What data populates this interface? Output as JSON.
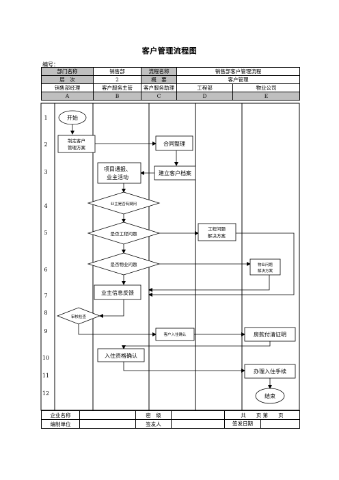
{
  "title": "客户管理流程图",
  "code_label": "编号：",
  "header": {
    "dept_label": "部门名称",
    "dept_value": "销售部",
    "process_label": "流程名称",
    "process_value": "销售部客户管理流程",
    "level_label": "层　次",
    "level_value": "2",
    "summary_label": "概　要",
    "summary_value": "客户管理"
  },
  "lanes": [
    {
      "name": "销售部经理",
      "letter": "A"
    },
    {
      "name": "客户服务主管",
      "letter": "B"
    },
    {
      "name": "客户服务助理",
      "letter": "C"
    },
    {
      "name": "工程部",
      "letter": "D"
    },
    {
      "name": "物业公司",
      "letter": "E"
    }
  ],
  "row_numbers": [
    "1",
    "2",
    "3",
    "4",
    "5",
    "6",
    "7",
    "8",
    "9",
    "10",
    "11",
    "12"
  ],
  "nodes": {
    "start": "开始",
    "plan": [
      "制定客户",
      "管理方案"
    ],
    "contract": "合同整理",
    "report": [
      "项目通报、",
      "业主活动"
    ],
    "archive": "建立客户档案",
    "owner_q": "业主是否有疑问",
    "eng_q": "是否工程问题",
    "eng_sol": [
      "工程问题",
      "解决方案"
    ],
    "prop_q": "是否物业问题",
    "prop_sol": [
      "物业问题",
      "解决方案"
    ],
    "feedback": "业主信息反馈",
    "audit": "审核检查",
    "confirm": "客户入住确认",
    "payoff": "房款付清证明",
    "qualify": "入住资格确认",
    "checkin": "办理入住手续",
    "end": "结束"
  },
  "footer": {
    "company_label": "企业名称",
    "company_value": "",
    "level_label": "密　级",
    "level_value": "",
    "pages": "共　　页 第　　页",
    "unit_label": "编制单位",
    "unit_value": "",
    "signer_label": "签发人",
    "signer_value": "",
    "date_label": "签发日期",
    "date_value": ""
  }
}
